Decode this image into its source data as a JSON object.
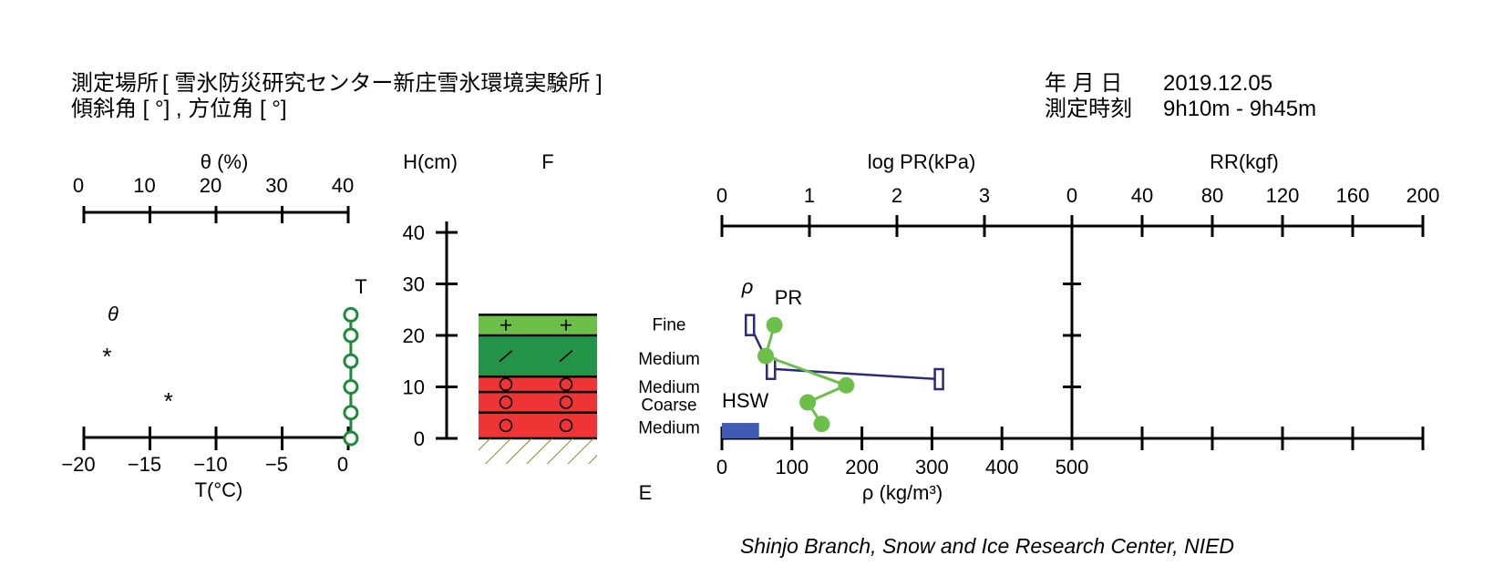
{
  "header": {
    "site_label": "測定場所",
    "site_value": "[ 雪氷防災研究センター新庄雪氷環境実験所 ]",
    "slope_label": "傾斜角 [ °] , 方位角 [ °]",
    "date_label": "年 月 日",
    "date_value": "2019.12.05",
    "time_label": "測定時刻",
    "time_value": "9h10m - 9h45m"
  },
  "credit": "Shinjo Branch, Snow and Ice Research Center, NIED",
  "colors": {
    "temperature": "#1f8a3a",
    "pr": "#6cc04a",
    "density": "#2b2b7a",
    "hsw": "#3f5bb5",
    "layer_fine": "#6cc04a",
    "layer_medium_green": "#239447",
    "layer_red": "#ee3434",
    "ground_hatch": "#8a8a2a"
  },
  "chart_data": [
    {
      "type": "scatter",
      "panel": "temperature_and_water_content",
      "top_axis_label": "θ (%)",
      "top_axis_ticks": [
        "0",
        "10",
        "20",
        "30",
        "40"
      ],
      "top_axis_range": [
        0,
        40
      ],
      "bottom_axis_label": "T(°C)",
      "bottom_axis_ticks": [
        "−20",
        "−15",
        "−10",
        "−5",
        "0"
      ],
      "bottom_axis_range": [
        -20,
        0
      ],
      "height_axis_label": "H(cm)",
      "height_ticks": [
        "0",
        "10",
        "20",
        "30",
        "40"
      ],
      "height_range": [
        0,
        40
      ],
      "series": [
        {
          "name": "T",
          "marker": "open-circle-line",
          "points": [
            {
              "t": 0.2,
              "h": 0.0
            },
            {
              "t": 0.2,
              "h": 5.0
            },
            {
              "t": 0.2,
              "h": 10.0
            },
            {
              "t": 0.2,
              "h": 15.0
            },
            {
              "t": 0.2,
              "h": 20.0
            },
            {
              "t": 0.2,
              "h": 24.0
            }
          ]
        },
        {
          "name": "θ",
          "marker": "asterisk",
          "points": [
            {
              "theta": 3.5,
              "h": 16.5
            },
            {
              "theta": 12.8,
              "h": 7.8
            }
          ]
        }
      ]
    },
    {
      "type": "table",
      "panel": "snow_layers",
      "top_label": "F",
      "bottom_label": "E",
      "layers": [
        {
          "bottom": 20,
          "top": 24,
          "symbol": "+",
          "color": "layer_fine"
        },
        {
          "bottom": 12,
          "top": 20,
          "symbol": "/",
          "color": "layer_medium_green"
        },
        {
          "bottom": 9,
          "top": 12,
          "symbol": "o",
          "color": "layer_red"
        },
        {
          "bottom": 5,
          "top": 9,
          "symbol": "o",
          "color": "layer_red"
        },
        {
          "bottom": 0,
          "top": 5,
          "symbol": "o",
          "color": "layer_red"
        }
      ],
      "grain_size_labels": [
        {
          "text": "Fine",
          "h": 22.2
        },
        {
          "text": "Medium",
          "h": 15.6
        },
        {
          "text": "Medium",
          "h": 10.1
        },
        {
          "text": "Coarse",
          "h": 6.6
        },
        {
          "text": "Medium",
          "h": 2.2
        }
      ]
    },
    {
      "type": "line",
      "panel": "density_and_hardness",
      "top_axis_label": "log PR(kPa)",
      "top_axis_ticks": [
        "0",
        "1",
        "2",
        "3"
      ],
      "top_axis_range": [
        0,
        4
      ],
      "bottom_axis_label": "ρ (kg/m³)",
      "bottom_axis_ticks": [
        "0",
        "100",
        "200",
        "300",
        "400",
        "500"
      ],
      "bottom_axis_range": [
        0,
        500
      ],
      "series": [
        {
          "name": "ρ",
          "marker": "open-rectangle-line",
          "points": [
            {
              "rho": 40,
              "h": 22.0
            },
            {
              "rho": 70,
              "h": 13.5
            },
            {
              "rho": 310,
              "h": 11.5
            }
          ]
        },
        {
          "name": "PR",
          "marker": "filled-circle-line",
          "points": [
            {
              "log_pr": 0.6,
              "h": 22.0
            },
            {
              "log_pr": 0.5,
              "h": 16.0
            },
            {
              "log_pr": 1.42,
              "h": 10.3
            },
            {
              "log_pr": 0.98,
              "h": 7.0
            },
            {
              "log_pr": 1.14,
              "h": 2.8
            }
          ]
        }
      ],
      "hsw": {
        "label": "HSW",
        "value": 53,
        "h_low": 0.0,
        "h_high": 3.0
      }
    },
    {
      "type": "bar",
      "panel": "ram_resistance",
      "top_axis_label": "RR(kgf)",
      "top_axis_ticks": [
        "0",
        "40",
        "80",
        "120",
        "160",
        "200"
      ],
      "top_axis_range": [
        0,
        200
      ],
      "values": []
    }
  ]
}
